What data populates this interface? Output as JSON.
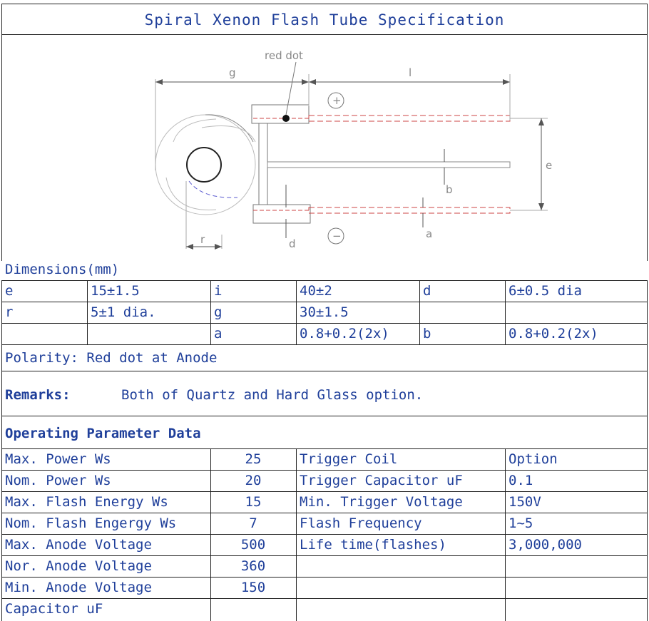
{
  "title": "Spiral Xenon Flash Tube Specification",
  "diagram": {
    "red_dot_label": "red dot",
    "labels": {
      "g": "g",
      "l": "l",
      "e": "e",
      "b": "b",
      "r": "r",
      "d": "d",
      "a": "a"
    },
    "plus": "+",
    "minus": "−"
  },
  "dimensions": {
    "heading": "Dimensions(mm)",
    "rows": [
      [
        "e",
        "15±1.5",
        "i",
        "40±2",
        "d",
        "6±0.5 dia"
      ],
      [
        "r",
        "5±1 dia.",
        "g",
        "30±1.5",
        "",
        ""
      ],
      [
        "",
        "",
        "a",
        "0.8+0.2(2x)",
        "b",
        "0.8+0.2(2x)"
      ]
    ]
  },
  "polarity": "Polarity: Red dot at Anode",
  "remarks": {
    "label": "Remarks:",
    "text": "Both of Quartz and Hard Glass option."
  },
  "operating": {
    "heading": "Operating Parameter Data",
    "rows": [
      [
        "Max. Power Ws",
        "25",
        "Trigger Coil",
        " Option"
      ],
      [
        "Nom. Power Ws",
        "20",
        "Trigger Capacitor uF",
        "0.1"
      ],
      [
        "Max. Flash Energy Ws",
        "15",
        "Min. Trigger Voltage",
        "150V"
      ],
      [
        "Nom. Flash Engergy Ws",
        "7",
        "Flash Frequency",
        "1~5"
      ],
      [
        "Max. Anode Voltage",
        "500",
        "Life time(flashes)",
        "3,000,000"
      ],
      [
        "Nor. Anode Voltage",
        "360",
        "",
        ""
      ],
      [
        "Min. Anode Voltage",
        "150",
        "",
        ""
      ],
      [
        "Capacitor  uF",
        "",
        "",
        ""
      ]
    ]
  }
}
